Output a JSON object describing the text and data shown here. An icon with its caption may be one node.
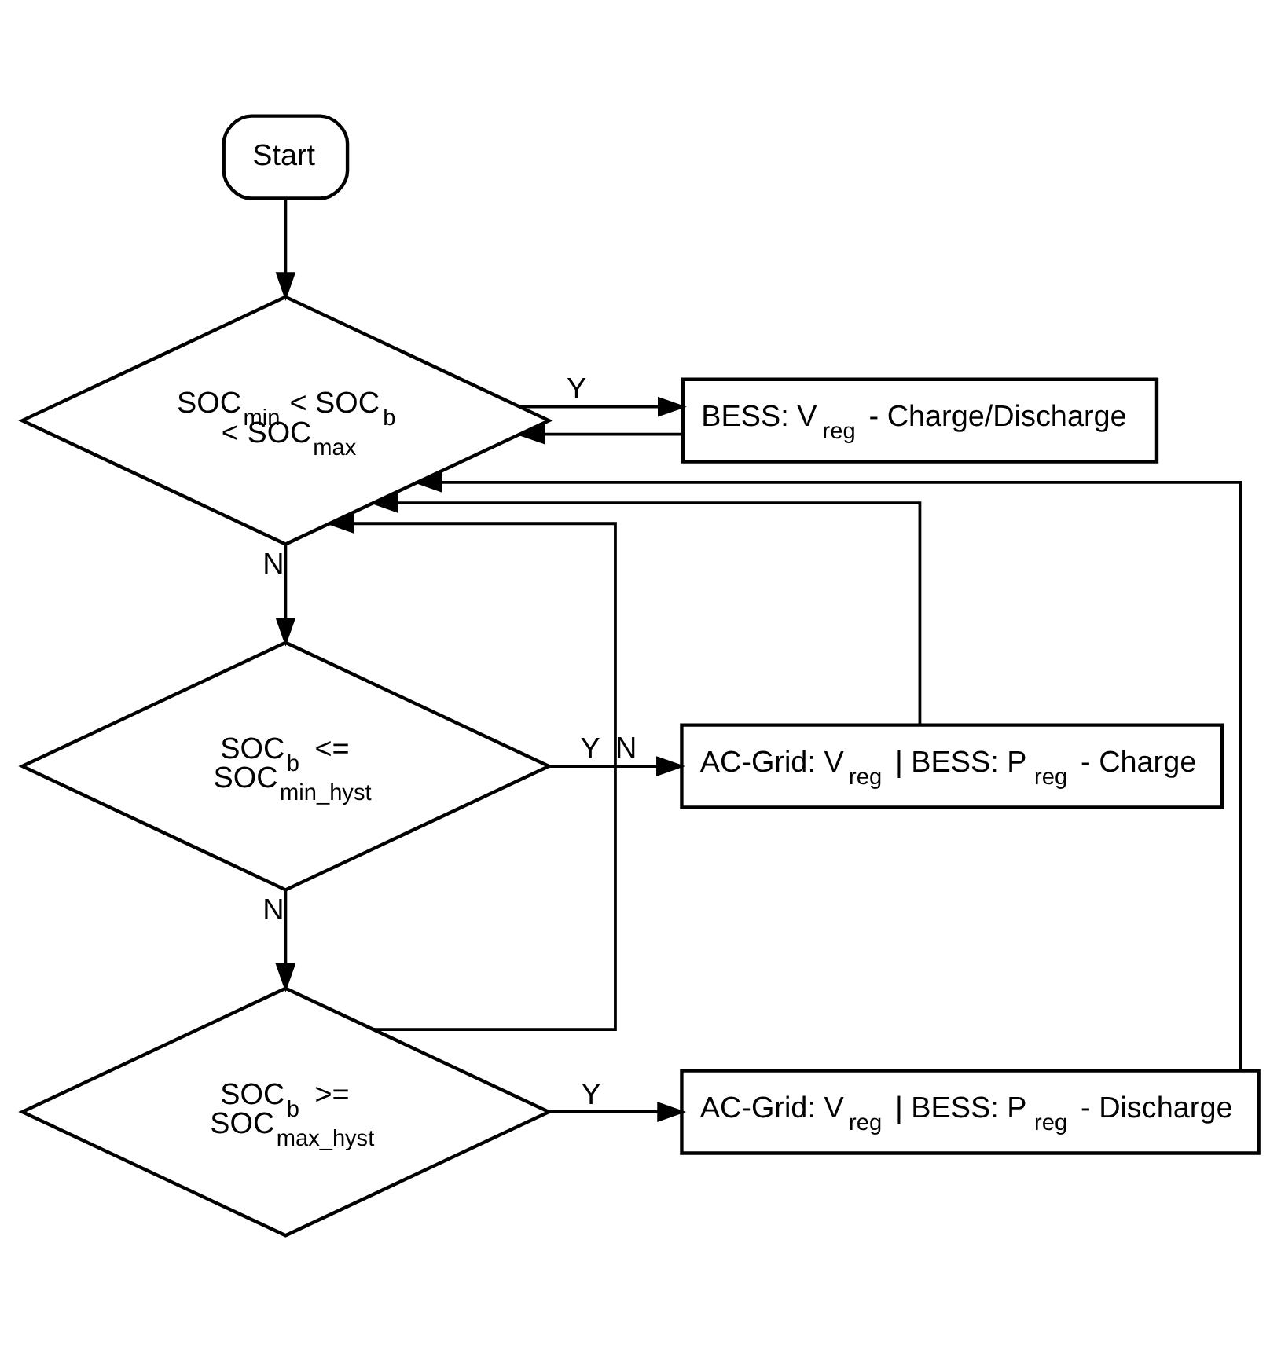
{
  "diagram": {
    "nodes": [
      {
        "text": [
          "Start"
        ]
      },
      {
        "text": [
          "SOC$_{min}$ < SOC$_{b}$ < SOC$_{max}$"
        ]
      },
      {
        "text": [
          "BESS: V$_{reg}$ - Charge/Discharge"
        ]
      },
      {
        "text": [
          "SOC$_{b}$ <= SOC$_{min_hyst}$"
        ]
      },
      {
        "text": [
          "AC-Grid: V$_{reg}$ | BESS: P$_{reg}$ - Charge"
        ]
      },
      {
        "text": [
          "SOC$_{b}$ >= SOC$_{max_hyst}$"
        ]
      },
      {
        "text": [
          "AC-Grid: V$_{reg}$ | BESS: P$_{reg}$ - Discharge"
        ]
      }
    ],
    "edges": [
      {
        "from": 0,
        "to": 1,
        "arrow": "to"
      },
      {
        "from": 1,
        "to": 2,
        "label": "Y",
        "arrow": "to"
      },
      {
        "from": 1,
        "to": 3,
        "label": "N",
        "arrow": "to"
      },
      {
        "from": 3,
        "to": 4,
        "label": "Y",
        "arrow": "to"
      },
      {
        "from": 3,
        "to": 5,
        "label": "N",
        "arrow": "to"
      },
      {
        "from": 5,
        "to": 6,
        "label": "Y",
        "arrow": "to"
      },
      {
        "from": 5,
        "to": 1,
        "label": "N",
        "arrow": "to"
      },
      {
        "from": 2,
        "to": 1,
        "arrow": "to"
      },
      {
        "from": 4,
        "to": 1,
        "arrow": "to"
      },
      {
        "from": 6,
        "to": 1,
        "arrow": "to"
      }
    ]
  }
}
